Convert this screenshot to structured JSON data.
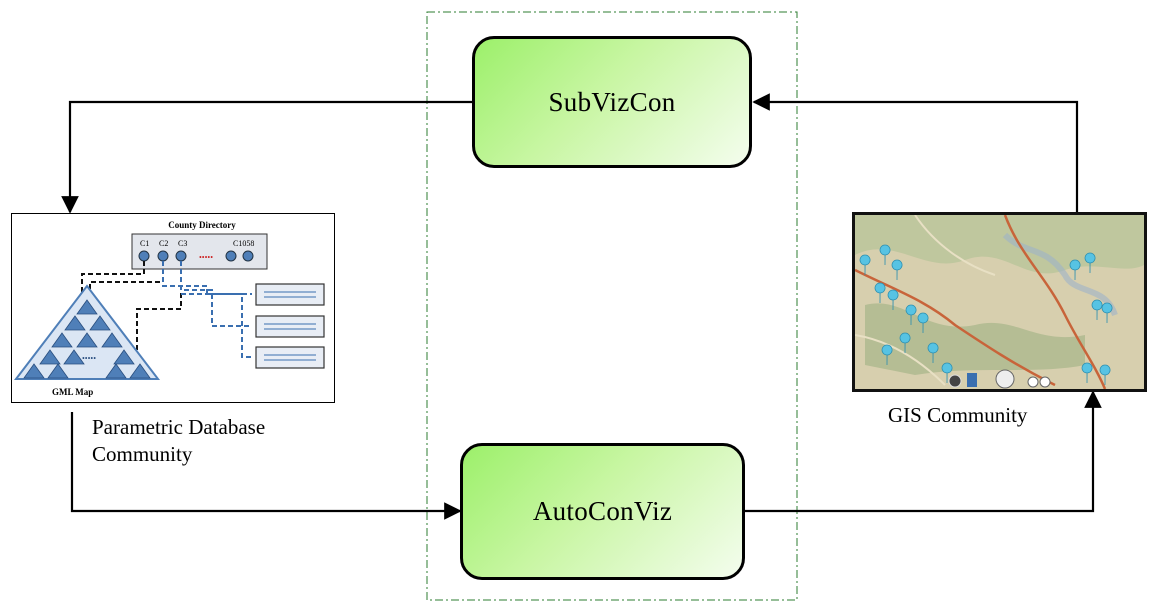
{
  "nodes": {
    "top": {
      "label": "SubVizCon"
    },
    "bottom": {
      "label": "AutoConViz"
    }
  },
  "left_panel": {
    "caption_line1": "Parametric Database",
    "caption_line2": "Community",
    "directory_title": "County Directory",
    "column_labels": [
      "C1",
      "C2",
      "C3",
      "C1058"
    ],
    "ellipsis": "•••••",
    "map_label": "GML Map"
  },
  "right_panel": {
    "caption": "GIS Community"
  },
  "colors": {
    "node_fill_start": "#9cf06a",
    "node_fill_end": "#f4fdee",
    "divider": "#2e7d32",
    "triangle": "#4f7fb8",
    "map_land": "#cfc6a4",
    "map_hills": "#a6b589",
    "pin": "#57c3e3"
  },
  "icons": [
    "map-pin-icon",
    "arrowhead-icon"
  ]
}
